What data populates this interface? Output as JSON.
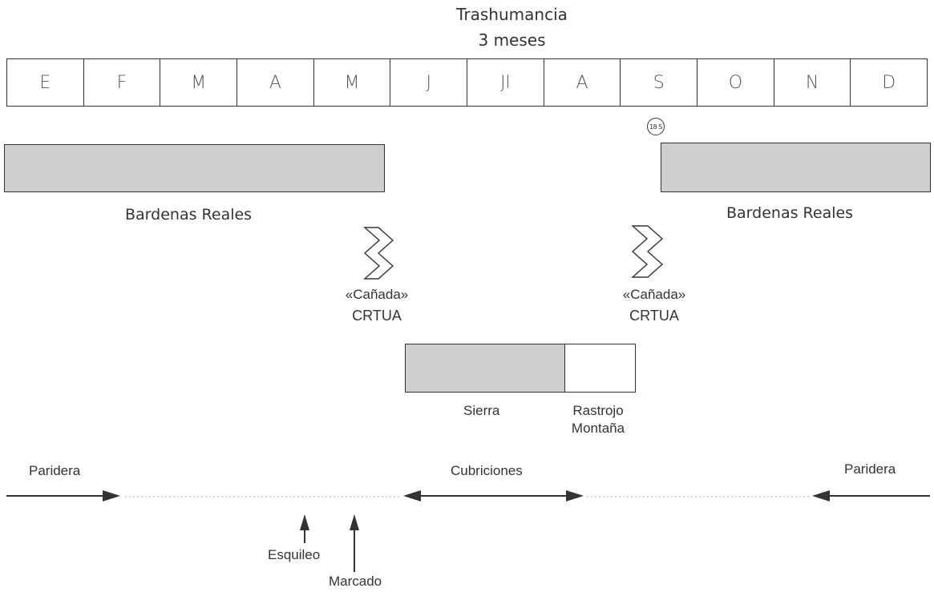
{
  "header": {
    "title_line1": "Trashumancia",
    "title_line2": "3 meses"
  },
  "months": [
    "E",
    "F",
    "M",
    "A",
    "M",
    "J",
    "Jl",
    "A",
    "S",
    "O",
    "N",
    "D"
  ],
  "badge": "18 S",
  "pasture": {
    "left_label": "Bardenas Reales",
    "right_label": "Bardenas Reales",
    "sierra_label": "Sierra",
    "rastrojo_label_line1": "Rastrojo",
    "rastrojo_label_line2": "Montaña"
  },
  "routes": {
    "left_line1": "«Cañada»",
    "left_line2": "CRTUA",
    "right_line1": "«Cañada»",
    "right_line2": "CRTUA"
  },
  "events": {
    "paridera_left": "Paridera",
    "paridera_right": "Paridera",
    "cubriciones": "Cubriciones",
    "esquileo": "Esquileo",
    "marcado": "Marcado"
  },
  "colors": {
    "gray_fill": "#cfcfcf",
    "line": "#333333"
  }
}
